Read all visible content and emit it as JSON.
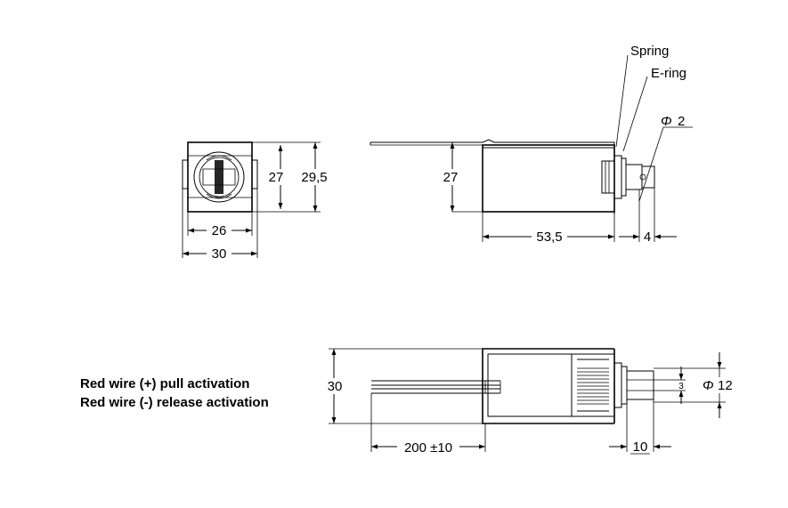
{
  "labels": {
    "spring": "Spring",
    "e_ring": "E-ring",
    "phi2": "2",
    "phi12": "12",
    "phi_symbol": "Φ"
  },
  "dims": {
    "front_h27": "27",
    "front_h295": "29,5",
    "front_w26": "26",
    "front_w30": "30",
    "side_h27": "27",
    "side_l535": "53,5",
    "side_l4": "4",
    "bottom_h30": "30",
    "wire_len": "200 ±10",
    "bottom_l10": "10",
    "bottom_3": "3"
  },
  "notes": {
    "line1": "Red wire (+) pull activation",
    "line2": "Red wire (-) release activation"
  }
}
